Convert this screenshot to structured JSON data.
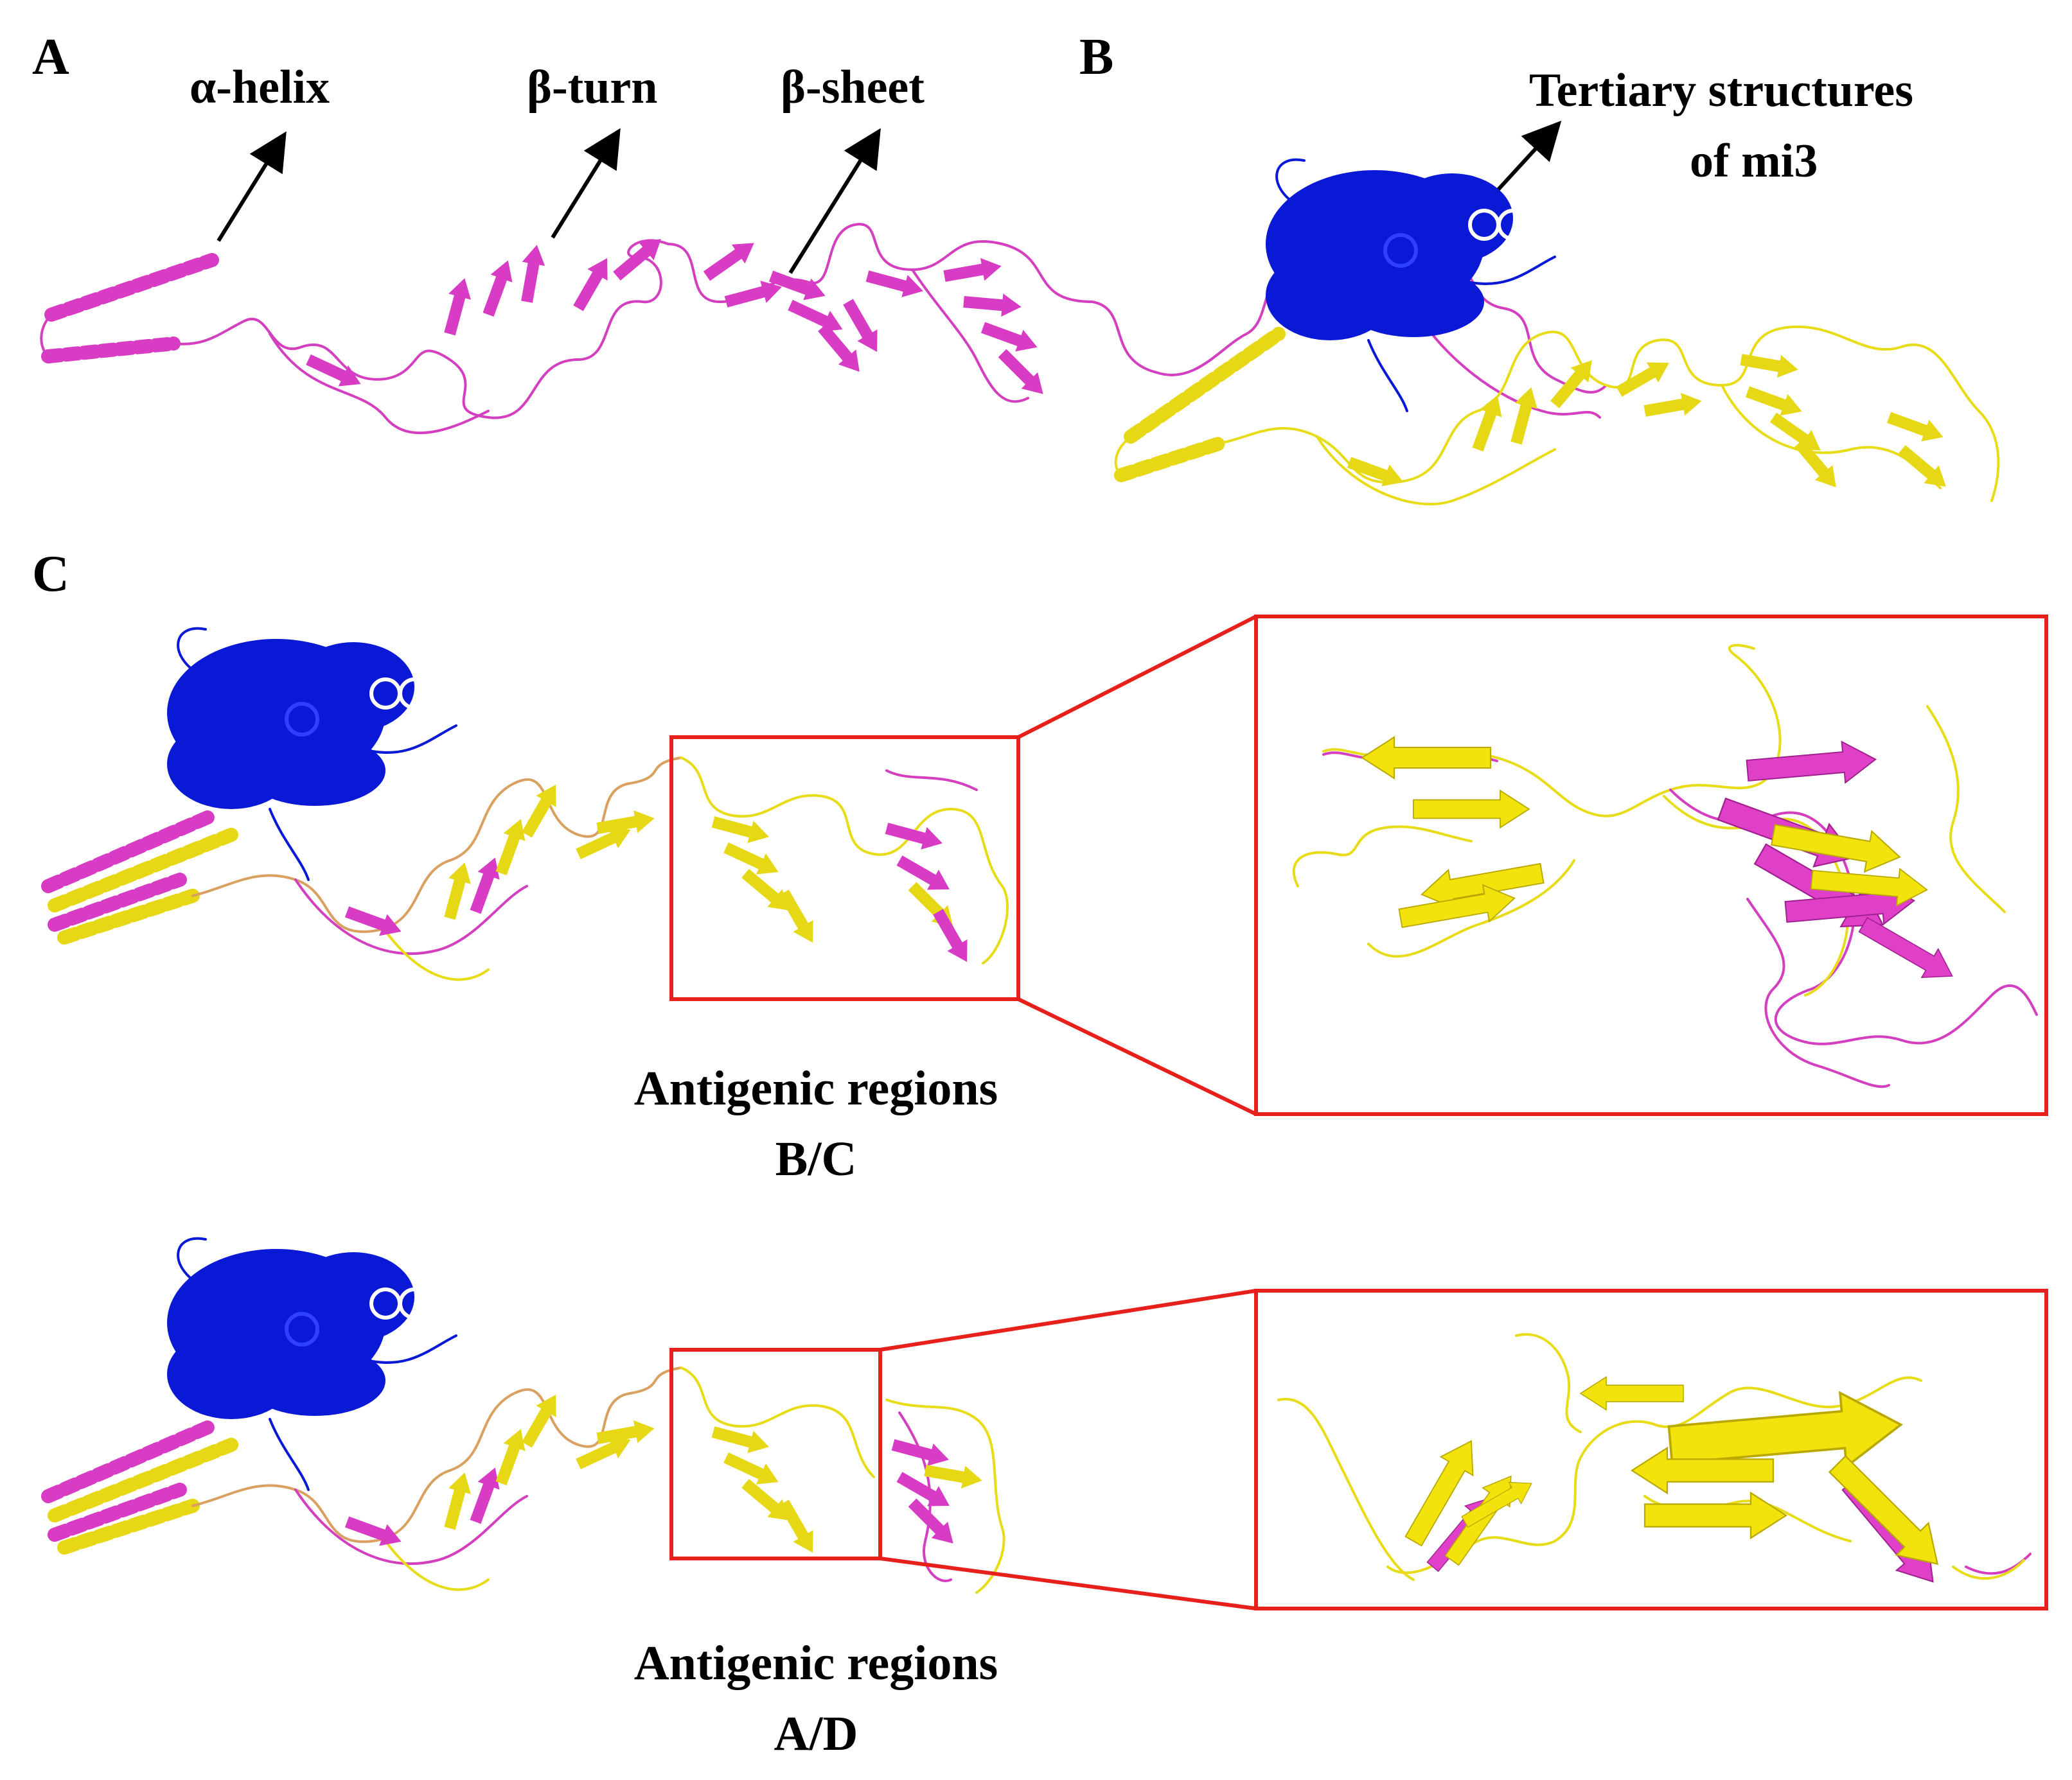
{
  "panels": {
    "a": {
      "letter": "A",
      "labels": {
        "helix": "α-helix",
        "turn": "β-turn",
        "sheet": "β-sheet"
      }
    },
    "b": {
      "letter": "B",
      "label_line1": "Tertiary structures",
      "label_line2": "of mi3"
    },
    "c": {
      "letter": "C",
      "top_caption_line1": "Antigenic regions",
      "top_caption_line2": "B/C",
      "bottom_caption_line1": "Antigenic regions",
      "bottom_caption_line2": "A/D"
    }
  },
  "colors": {
    "magenta": "#d43fc0",
    "yellow": "#e8dc18",
    "blue": "#0a19d6",
    "red": "#e8201c",
    "black": "#000000"
  },
  "icons": {
    "arrow": "arrow-icon"
  }
}
